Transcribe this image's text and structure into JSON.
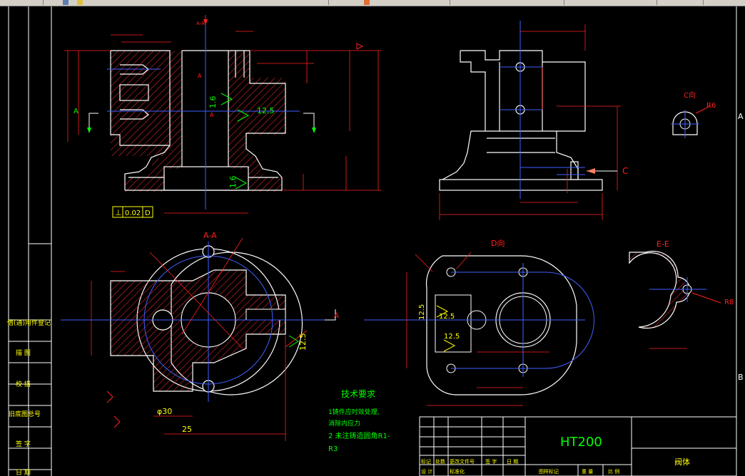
{
  "toolbar": {
    "icons": [
      "layer-icon",
      "layer-state-icon",
      "color-icon",
      "linetype-icon",
      "lineweight-icon"
    ]
  },
  "drawing": {
    "section_top_label": "A-A",
    "section_mark": "A",
    "view_aa_title": "A-A",
    "view_d_title": "D向",
    "view_ee_title": "E-E",
    "view_c_title": "C向",
    "roughness_16": "1.6",
    "roughness_125": "12.5",
    "radius_r6": "R6",
    "radius_r8": "R8",
    "letter_c": "C",
    "dia_30": "φ30",
    "dim_25": "25",
    "dim_125_a": "12.5",
    "dim_125_b": "12.5",
    "dim_125_c": "12.5",
    "tolerance_value": "0.02",
    "tolerance_datum": "D",
    "tech_title": "技术要求",
    "tech_line1": "1铸件应时效处理,",
    "tech_line2": "消除内应力",
    "tech_line3": "2 未注铸造圆角R1-",
    "tech_line4": "R3",
    "material": "HT200",
    "part_name": "阀体",
    "zone_a": "A",
    "zone_b": "B",
    "left_strip": [
      "借(通)用件登记",
      "描 图",
      "校 描",
      "旧底图总号",
      "签 字",
      "日 期"
    ],
    "tb_row1": [
      "标记",
      "处数",
      "更改文件号",
      "签 字",
      "日 期"
    ],
    "tb_row2": [
      "设 计",
      "标准化",
      "图样标记",
      "重 量",
      "比 例"
    ]
  }
}
